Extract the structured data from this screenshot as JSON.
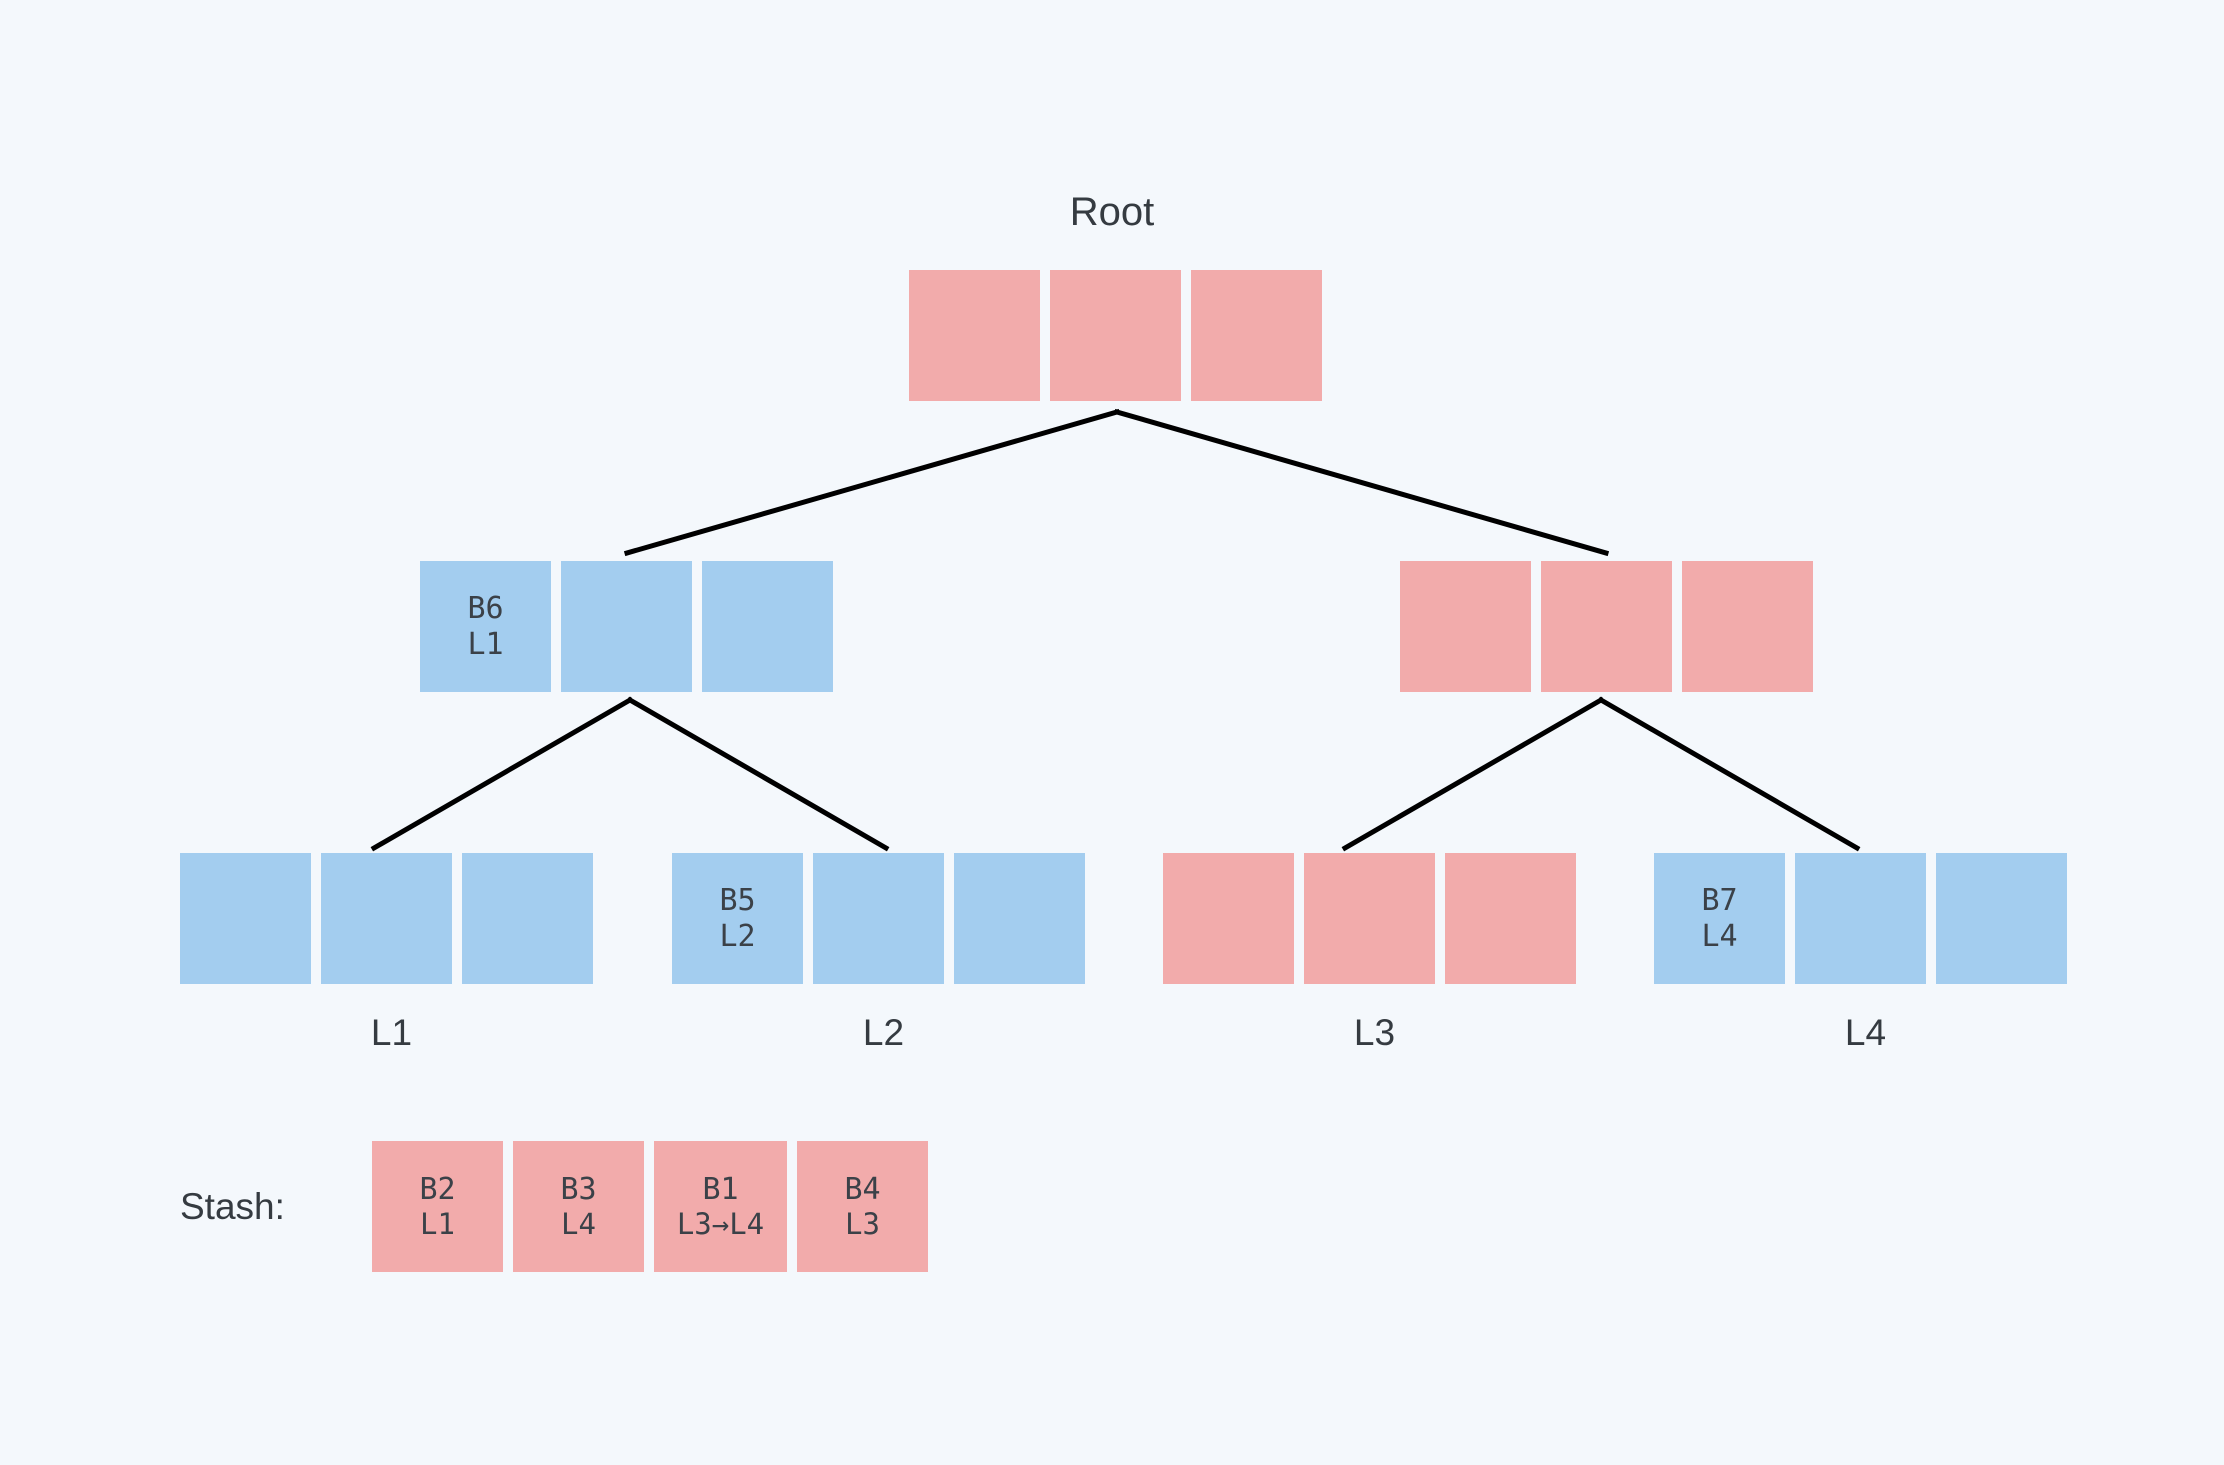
{
  "diagram": {
    "title": "Root",
    "colors": {
      "background": "#f4f8fc",
      "pink": "#f2abab",
      "blue": "#a3cdef",
      "edge": "#000000",
      "text": "#353b41"
    },
    "root": {
      "label": "Root",
      "cells": [
        {
          "color": "pink",
          "top": "",
          "bottom": ""
        },
        {
          "color": "pink",
          "top": "",
          "bottom": ""
        },
        {
          "color": "pink",
          "top": "",
          "bottom": ""
        }
      ]
    },
    "internal_nodes": [
      {
        "name": "left-internal-node",
        "cells": [
          {
            "color": "blue",
            "top": "B6",
            "bottom": "L1"
          },
          {
            "color": "blue",
            "top": "",
            "bottom": ""
          },
          {
            "color": "blue",
            "top": "",
            "bottom": ""
          }
        ]
      },
      {
        "name": "right-internal-node",
        "cells": [
          {
            "color": "pink",
            "top": "",
            "bottom": ""
          },
          {
            "color": "pink",
            "top": "",
            "bottom": ""
          },
          {
            "color": "pink",
            "top": "",
            "bottom": ""
          }
        ]
      }
    ],
    "leaves": [
      {
        "label": "L1",
        "cells": [
          {
            "color": "blue",
            "top": "",
            "bottom": ""
          },
          {
            "color": "blue",
            "top": "",
            "bottom": ""
          },
          {
            "color": "blue",
            "top": "",
            "bottom": ""
          }
        ]
      },
      {
        "label": "L2",
        "cells": [
          {
            "color": "blue",
            "top": "B5",
            "bottom": "L2"
          },
          {
            "color": "blue",
            "top": "",
            "bottom": ""
          },
          {
            "color": "blue",
            "top": "",
            "bottom": ""
          }
        ]
      },
      {
        "label": "L3",
        "cells": [
          {
            "color": "pink",
            "top": "",
            "bottom": ""
          },
          {
            "color": "pink",
            "top": "",
            "bottom": ""
          },
          {
            "color": "pink",
            "top": "",
            "bottom": ""
          }
        ]
      },
      {
        "label": "L4",
        "cells": [
          {
            "color": "blue",
            "top": "B7",
            "bottom": "L4"
          },
          {
            "color": "blue",
            "top": "",
            "bottom": ""
          },
          {
            "color": "blue",
            "top": "",
            "bottom": ""
          }
        ]
      }
    ],
    "stash": {
      "label": "Stash:",
      "cells": [
        {
          "color": "pink",
          "top": "B2",
          "bottom": "L1",
          "wide": false
        },
        {
          "color": "pink",
          "top": "B3",
          "bottom": "L4",
          "wide": false
        },
        {
          "color": "pink",
          "top": "B1",
          "bottom": "L3→L4",
          "wide": true
        },
        {
          "color": "pink",
          "top": "B4",
          "bottom": "L3",
          "wide": false
        }
      ]
    }
  }
}
